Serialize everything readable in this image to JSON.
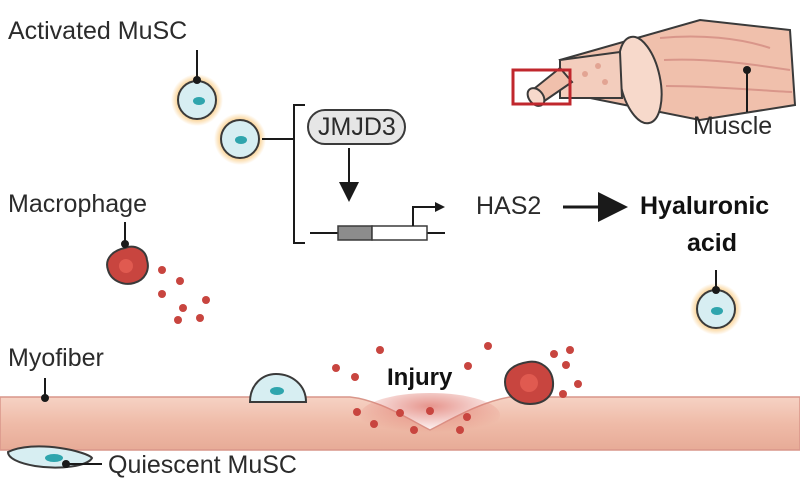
{
  "labels": {
    "activated_musc": "Activated MuSC",
    "macrophage": "Macrophage",
    "myofiber": "Myofiber",
    "quiescent_musc": "Quiescent MuSC",
    "muscle": "Muscle",
    "jmjd3": "JMJD3",
    "has2": "HAS2",
    "hyaluronic_line1": "Hyaluronic",
    "hyaluronic_line2": "acid",
    "injury": "Injury"
  },
  "colors": {
    "outline": "#3a3a3a",
    "cell_fill": "#d7eef2",
    "cell_nucleus": "#2fa5ad",
    "cell_glow": "#f6b34a",
    "macrophage": "#c8453f",
    "macrophage_center": "#e05a50",
    "myofiber_fill": "#f1c3b2",
    "myofiber_edge": "#d9968a",
    "muscle_fill": "#f0c0ac",
    "highlight_box": "#c0272d",
    "badge_fill": "#e6e6e6",
    "gene_box_dark": "#8c8c8c"
  },
  "icons": {
    "muscle": "muscle-bundle-icon",
    "cell": "stem-cell-icon",
    "macrophage": "macrophage-icon",
    "gene": "gene-construct-icon"
  }
}
